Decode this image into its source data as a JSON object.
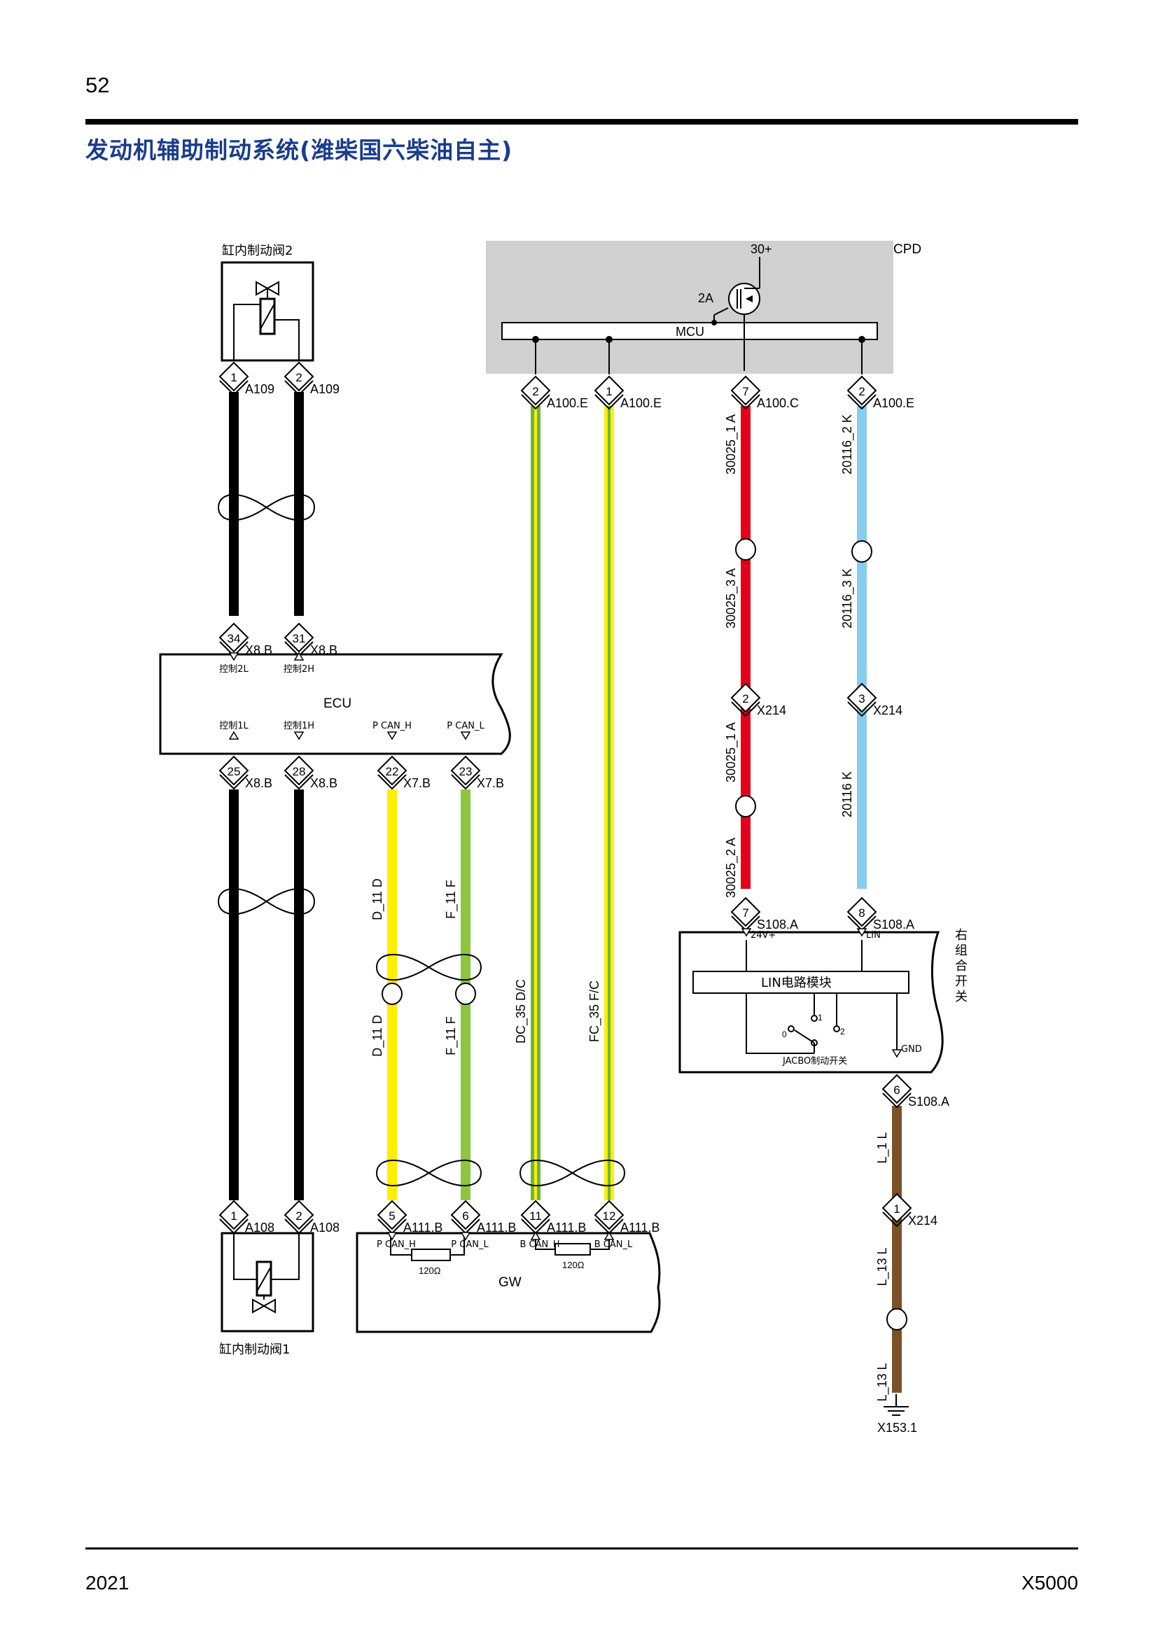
{
  "page_number": "52",
  "title": "发动机辅助制动系统(潍柴国六柴油自主)",
  "footer": {
    "year": "2021",
    "model": "X5000"
  },
  "colors": {
    "title_blue": "#1a3c8c",
    "cpd_gray": "#d0d0d0",
    "black": "#000000",
    "yellow": "#ffee00",
    "green": "#8cc63f",
    "red": "#e3001b",
    "light_blue": "#87cdee",
    "brown": "#7b5227",
    "yellow_stripe": "#ffee00",
    "green_stripe": "#6cb544"
  },
  "components": {
    "valve2": "缸内制动阀2",
    "valve1": "缸内制动阀1",
    "cpd": "CPD",
    "mcu": "MCU",
    "fuse_30": "30+",
    "fuse_2a": "2A",
    "ecu": "ECU",
    "gw": "GW",
    "lin_module": "LIN电路模块",
    "right_switch": "右组合开关",
    "jacbo_switch": "JACBO制动开关"
  },
  "pin_labels": {
    "ctrl_2l": "控制2L",
    "ctrl_2h": "控制2H",
    "ctrl_1l": "控制1L",
    "ctrl_1h": "控制1H",
    "p_can_h": "P  CAN_H",
    "p_can_l": "P  CAN_L",
    "gw_p_can_h": "P  CAN_H",
    "gw_p_can_l": "P  CAN_L",
    "gw_b_can_h": "B  CAN_H",
    "gw_b_can_l": "B  CAN_L",
    "res1": "120Ω",
    "res2": "120Ω",
    "v24": "24V+",
    "lin": "LIN",
    "gnd": "GND",
    "sw0": "0",
    "sw1": "1",
    "sw2": "2"
  },
  "connectors": {
    "a109_1": {
      "pin": "1",
      "name": "A109"
    },
    "a109_2": {
      "pin": "2",
      "name": "A109"
    },
    "x8b_34": {
      "pin": "34",
      "name": "X8.B"
    },
    "x8b_31": {
      "pin": "31",
      "name": "X8.B"
    },
    "x8b_25": {
      "pin": "25",
      "name": "X8.B"
    },
    "x8b_28": {
      "pin": "28",
      "name": "X8.B"
    },
    "x7b_22": {
      "pin": "22",
      "name": "X7.B"
    },
    "x7b_23": {
      "pin": "23",
      "name": "X7.B"
    },
    "a108_1": {
      "pin": "1",
      "name": "A108"
    },
    "a108_2": {
      "pin": "2",
      "name": "A108"
    },
    "a111b_5": {
      "pin": "5",
      "name": "A111.B"
    },
    "a111b_6": {
      "pin": "6",
      "name": "A111.B"
    },
    "a111b_11": {
      "pin": "11",
      "name": "A111.B"
    },
    "a111b_12": {
      "pin": "12",
      "name": "A111.B"
    },
    "a100e_2": {
      "pin": "2",
      "name": "A100.E"
    },
    "a100e_1": {
      "pin": "1",
      "name": "A100.E"
    },
    "a100c_7": {
      "pin": "7",
      "name": "A100.C"
    },
    "a100e_2k": {
      "pin": "2",
      "name": "A100.E"
    },
    "x214_2": {
      "pin": "2",
      "name": "X214"
    },
    "x214_3": {
      "pin": "3",
      "name": "X214"
    },
    "s108a_7": {
      "pin": "7",
      "name": "S108.A"
    },
    "s108a_8": {
      "pin": "8",
      "name": "S108.A"
    },
    "s108a_6": {
      "pin": "6",
      "name": "S108.A"
    },
    "x214_1": {
      "pin": "1",
      "name": "X214"
    },
    "x153": {
      "name": "X153.1"
    }
  },
  "wire_labels": {
    "red_1": "30025_1   A",
    "red_2": "30025_3   A",
    "red_3": "30025_1   A",
    "red_4": "30025_2   A",
    "blue_1": "20116_2  K",
    "blue_2": "20116_3   K",
    "blue_3": "20116  K",
    "yellow_1": "D_11  D",
    "yellow_2": "D_11  D",
    "green_1": "F_11  F",
    "green_2": "F_11  F",
    "dc35": "DC_35   D/C",
    "fc35": "FC_35   F/C",
    "brown_1": "L_1  L",
    "brown_2": "L_13  L",
    "brown_3": "L_13  L"
  }
}
